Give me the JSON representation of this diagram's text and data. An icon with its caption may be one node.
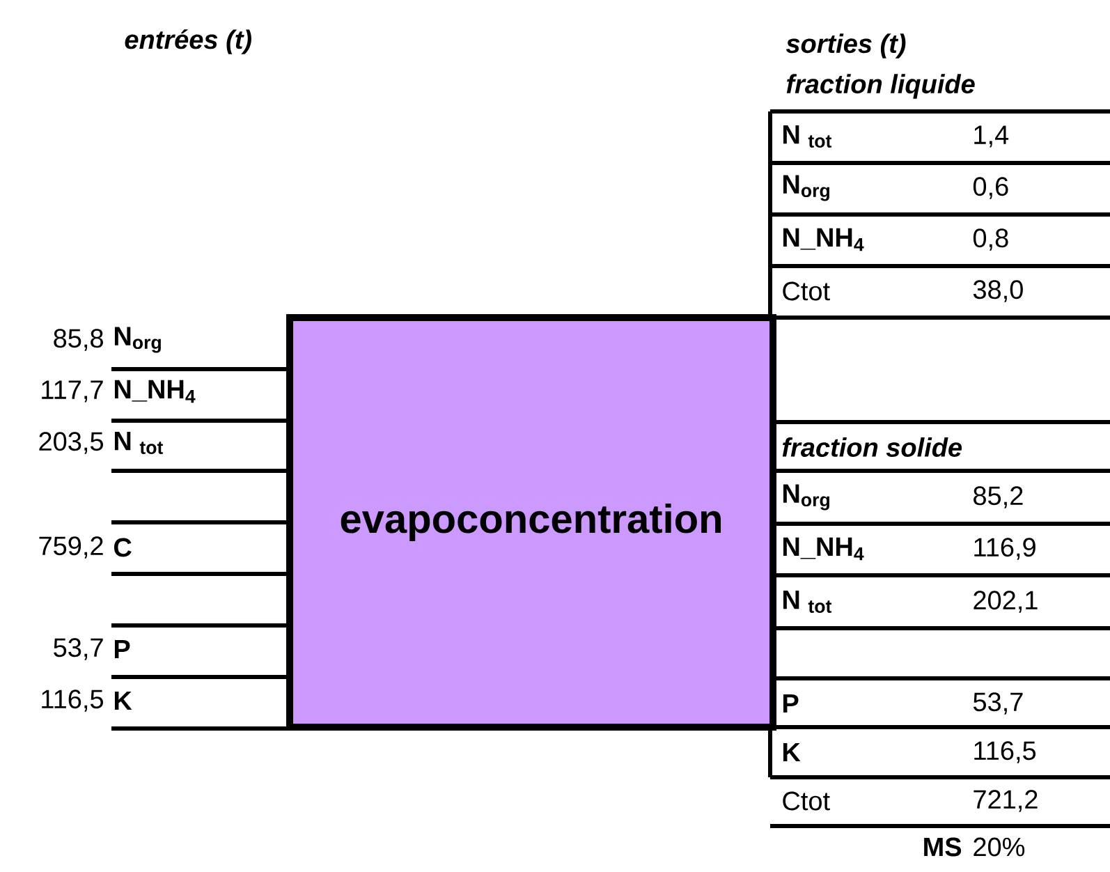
{
  "diagram": {
    "nodes": [
      {
        "text": [
          "evapoconcentration"
        ]
      }
    ],
    "labels": [
      "entrées (t)",
      "sorties (t)",
      "fraction liquide",
      "N $_{tot}$",
      "1,4",
      "N$_{org}$",
      "0,6",
      "N_NH$_{4}$",
      "0,8",
      "Ctot",
      "38,0",
      "85,8",
      "N$_{org}$",
      "117,7",
      "N_NH$_{4}$",
      "203,5",
      "N $_{tot}$",
      "fraction solide",
      "N$_{org}$",
      "85,2",
      "759,2",
      "C",
      "N_NH$_{4}$",
      "116,9",
      "N $_{tot}$",
      "202,1",
      "53,7",
      "P",
      "116,5",
      "K",
      "P",
      "53,7",
      "K",
      "116,5",
      "Ctot",
      "721,2",
      "MS",
      "20%"
    ]
  }
}
